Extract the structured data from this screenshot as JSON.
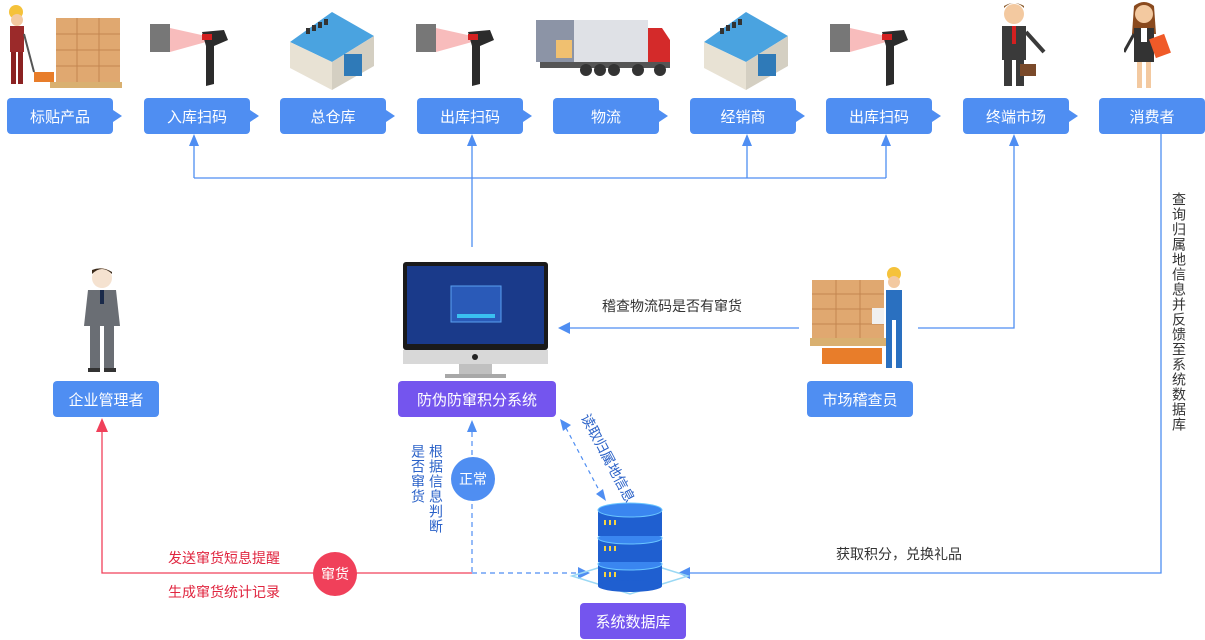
{
  "flow": {
    "steps": [
      {
        "label": "标贴产品",
        "icon": "worker-pallet-icon"
      },
      {
        "label": "入库扫码",
        "icon": "barcode-scanner-icon"
      },
      {
        "label": "总仓库",
        "icon": "warehouse-icon"
      },
      {
        "label": "出库扫码",
        "icon": "barcode-scanner-icon"
      },
      {
        "label": "物流",
        "icon": "truck-icon"
      },
      {
        "label": "经销商",
        "icon": "warehouse-icon"
      },
      {
        "label": "出库扫码",
        "icon": "barcode-scanner-icon"
      },
      {
        "label": "终端市场",
        "icon": "businessman-icon"
      },
      {
        "label": "消费者",
        "icon": "consumer-woman-icon"
      }
    ]
  },
  "nodes": {
    "manager": "企业管理者",
    "system": "防伪防窜积分系统",
    "inspector": "市场稽查员",
    "database": "系统数据库"
  },
  "labels": {
    "inspect_check": "稽查物流码是否有窜货",
    "consumer_query": "查询归属地信息并反馈至系统数据库",
    "read_location": "读取归属地信息",
    "judge_info": "根据信息判断",
    "is_diverted": "是否窜货",
    "points_reward": "获取积分，兑换礼品",
    "send_sms": "发送窜货短息提醒",
    "gen_record": "生成窜货统计记录"
  },
  "badges": {
    "normal": "正常",
    "diverted": "窜货"
  },
  "colors": {
    "blue": "#4f8ef2",
    "purple": "#7455ee",
    "red": "#f0405a",
    "text": "#333333",
    "vertical_blue": "#2b62c8"
  }
}
